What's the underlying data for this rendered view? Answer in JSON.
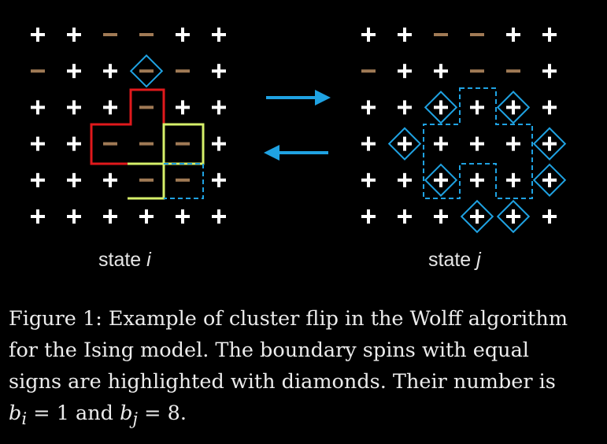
{
  "colors": {
    "background": "#000000",
    "plus": "#ffffff",
    "minus": "#a07a55",
    "red_cluster": "#e0191c",
    "yellow_box": "#d6f06a",
    "blue": "#1fa2e2",
    "label": "#e6e6e6"
  },
  "state_i": {
    "label_text": "state",
    "label_var": "i",
    "grid": [
      [
        "+",
        "+",
        "-",
        "-",
        "+",
        "+"
      ],
      [
        "-",
        "+",
        "+",
        "-",
        "-",
        "+"
      ],
      [
        "+",
        "+",
        "+",
        "-",
        "+",
        "+"
      ],
      [
        "+",
        "+",
        "-",
        "-",
        "-",
        "+"
      ],
      [
        "+",
        "+",
        "+",
        "-",
        "-",
        "+"
      ],
      [
        "+",
        "+",
        "+",
        "+",
        "+",
        "+"
      ]
    ],
    "diamond_cells": [
      [
        1,
        3
      ]
    ]
  },
  "state_j": {
    "label_text": "state",
    "label_var": "j",
    "grid": [
      [
        "+",
        "+",
        "-",
        "-",
        "+",
        "+"
      ],
      [
        "-",
        "+",
        "+",
        "-",
        "-",
        "+"
      ],
      [
        "+",
        "+",
        "+",
        "+",
        "+",
        "+"
      ],
      [
        "+",
        "+",
        "+",
        "+",
        "+",
        "+"
      ],
      [
        "+",
        "+",
        "+",
        "+",
        "+",
        "+"
      ],
      [
        "+",
        "+",
        "+",
        "+",
        "+",
        "+"
      ]
    ],
    "diamond_cells": [
      [
        2,
        2
      ],
      [
        2,
        4
      ],
      [
        3,
        1
      ],
      [
        3,
        5
      ],
      [
        4,
        2
      ],
      [
        4,
        5
      ],
      [
        5,
        3
      ],
      [
        5,
        4
      ]
    ]
  },
  "arrows": [
    {
      "direction": "right",
      "name": "arrow-right-icon"
    },
    {
      "direction": "left",
      "name": "arrow-left-icon"
    }
  ],
  "caption": {
    "line1": "Figure 1: Example of cluster flip in the Wolff algorithm",
    "line2": "for the Ising model.  The boundary spins with equal",
    "line3": "signs are highlighted with diamonds. Their number is",
    "b_i_sym": "b",
    "b_i_sub": "i",
    "eq1": " = 1 and ",
    "b_j_sym": "b",
    "b_j_sub": "j",
    "eq2": " = 8."
  }
}
